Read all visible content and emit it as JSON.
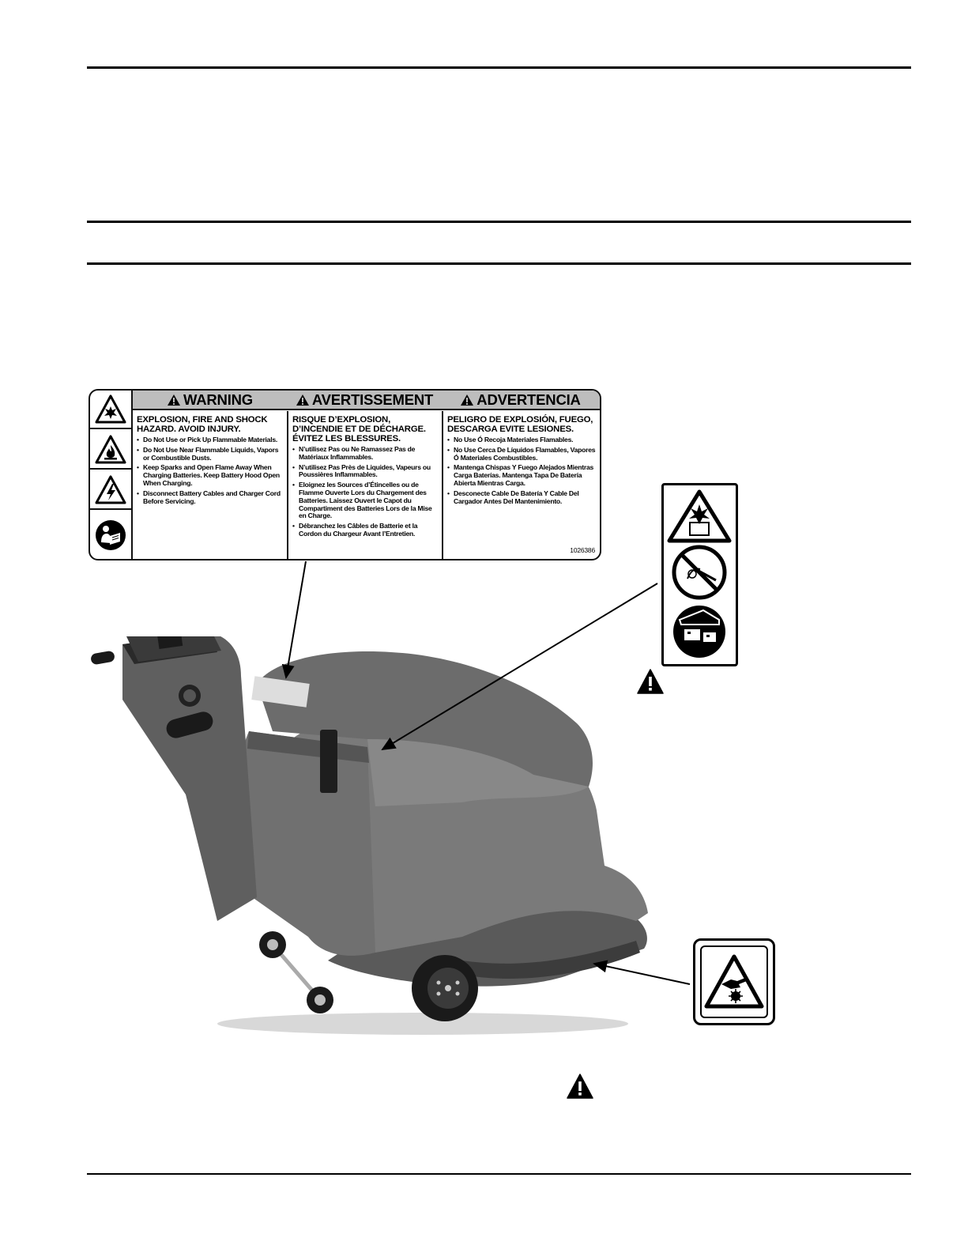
{
  "decal_main": {
    "headers": [
      {
        "label": "WARNING"
      },
      {
        "label": "AVERTISSEMENT"
      },
      {
        "label": "ADVERTENCIA"
      }
    ],
    "icons": [
      "explosion-icon",
      "fire-icon",
      "shock-icon",
      "read-manual-icon"
    ],
    "english": {
      "heading": "EXPLOSION, FIRE AND SHOCK HAZARD. AVOID INJURY.",
      "items": [
        "Do Not Use or Pick Up Flammable Materials.",
        "Do Not Use Near Flammable Liquids, Vapors or Combustible Dusts.",
        "Keep Sparks and Open Flame Away When Charging Batteries. Keep Battery Hood Open When Charging.",
        "Disconnect Battery Cables and Charger Cord Before Servicing."
      ]
    },
    "french": {
      "heading": "RISQUE D’EXPLOSION, D’INCENDIE ET DE DÉCHARGE. ÉVITEZ LES BLESSURES.",
      "items": [
        "N’utilisez Pas ou Ne Ramassez Pas de Matériaux Inflammables.",
        "N’utilisez Pas Près de Liquides, Vapeurs ou Poussières Inflammables.",
        "Eloignez les Sources d’Étincelles ou de Flamme Ouverte Lors du Chargement des Batteries. Laissez Ouvert le Capot du Compartiment des Batteries Lors de la Mise en Charge.",
        "Débranchez les Câbles de Batterie et la Cordon du Chargeur Avant l’Entretien."
      ]
    },
    "spanish": {
      "heading": "PELIGRO DE EXPLOSIÓN, FUEGO, DESCARGA EVITE LESIONES.",
      "items": [
        "No Use Ó Recoja Materiales Flamables.",
        "No Use Cerca De Líquidos Flamables, Vapores Ó Materiales Combustibles.",
        "Mantenga Chispas Y Fuego Alejados Mientras Carga Baterías. Mantenga Tapa De Batería Abierta Mientras Carga.",
        "Desconecte Cable De Batería Y Cable Del Cargador Antes Del Mantenimiento."
      ]
    },
    "part_number": "1026386"
  },
  "decal_battery": {
    "icons": [
      "battery-explosion-icon",
      "no-flame-icon",
      "open-battery-hood-icon"
    ]
  },
  "decal_brush": {
    "icons": [
      "hand-pinch-brush-icon"
    ]
  },
  "colors": {
    "header_gray": "#bdbdbd",
    "machine_body": "#6f6f6f",
    "ink": "#000000"
  }
}
